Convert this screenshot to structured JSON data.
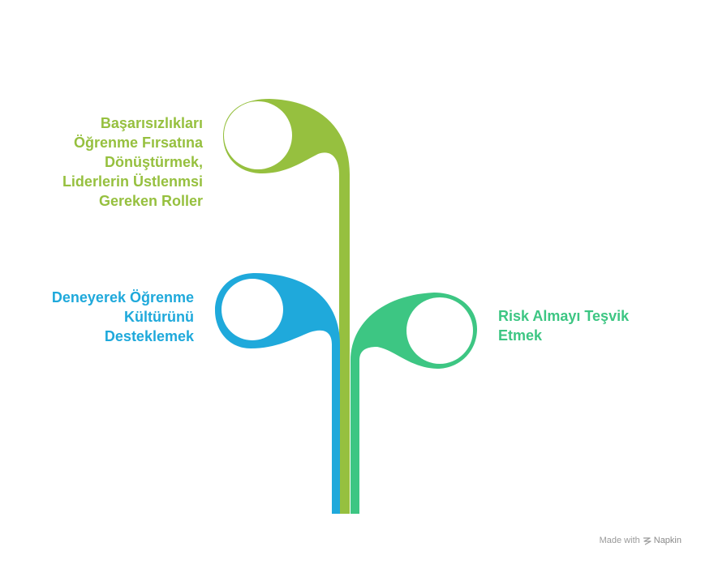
{
  "colors": {
    "top_leaf": "#96C03F",
    "left_leaf": "#1FA9DB",
    "right_leaf": "#3DC683",
    "watermark": "#9a9a9a"
  },
  "labels": {
    "top": [
      "Başarısızlıkları",
      "Öğrenme Fırsatına",
      "Dönüştürmek,",
      "Liderlerin Üstlenmsi",
      "Gereken Roller"
    ],
    "left": [
      "Deneyerek Öğrenme",
      "Kültürünü",
      "Desteklemek"
    ],
    "right": [
      "Risk Almayı Teşvik",
      "Etmek"
    ]
  },
  "watermark": {
    "prefix": "Made with",
    "brand": "Napkin",
    "icon": "napkin-logo-icon"
  }
}
